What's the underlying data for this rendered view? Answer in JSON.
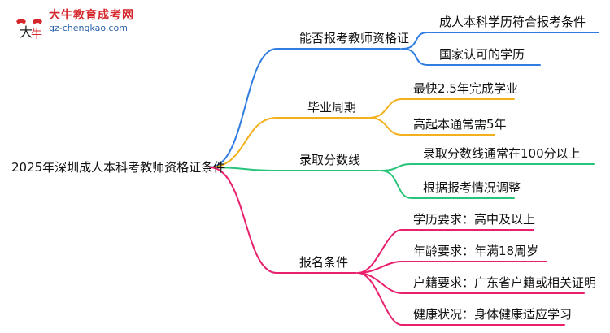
{
  "logo": {
    "title": "大牛教育成考网",
    "url": "gz-chengkao.com",
    "mark_color": "#d4262b"
  },
  "root": "2025年深圳成人本科考教师资格证条件",
  "branches": [
    {
      "label": "能否报考教师资格证",
      "color": "#2f7de1",
      "children": [
        "成人本科学历符合报考条件",
        "国家认可的学历"
      ]
    },
    {
      "label": "毕业周期",
      "color": "#f2b01c",
      "children": [
        "最快2.5年完成学业",
        "高起本通常需5年"
      ]
    },
    {
      "label": "录取分数线",
      "color": "#27c47a",
      "children": [
        "录取分数线通常在100分以上",
        "根据报考情况调整"
      ]
    },
    {
      "label": "报名条件",
      "color": "#e8206d",
      "children": [
        "学历要求：高中及以上",
        "年龄要求：年满18周岁",
        "户籍要求：广东省户籍或相关证明",
        "健康状况：身体健康适应学习"
      ]
    }
  ]
}
